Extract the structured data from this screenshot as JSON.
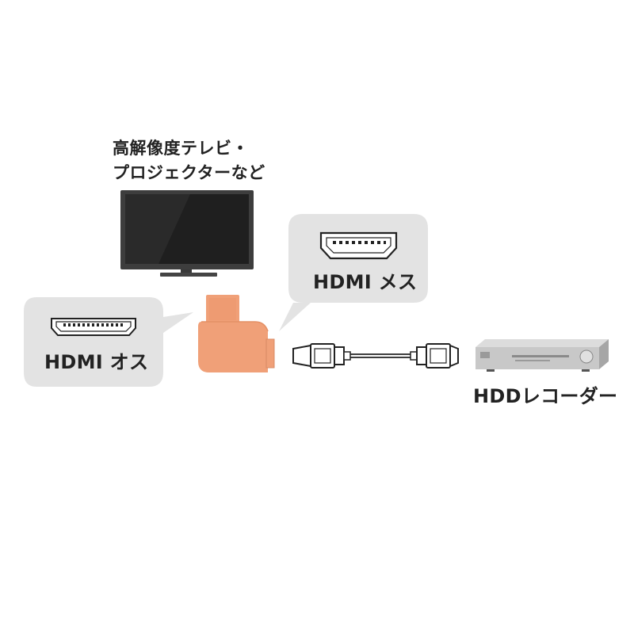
{
  "tv": {
    "label_line1": "高解像度テレビ・",
    "label_line2": "プロジェクターなど"
  },
  "male_connector": {
    "label": "HDMI オス"
  },
  "female_connector": {
    "label": "HDMI メス"
  },
  "recorder": {
    "label": "HDDレコーダー"
  },
  "colors": {
    "adapter": "#f0a078",
    "adapter_dark": "#d98a63",
    "bubble": "#e3e3e3",
    "tv_body": "#3a3a3a",
    "recorder_body": "#c9c9c9"
  }
}
